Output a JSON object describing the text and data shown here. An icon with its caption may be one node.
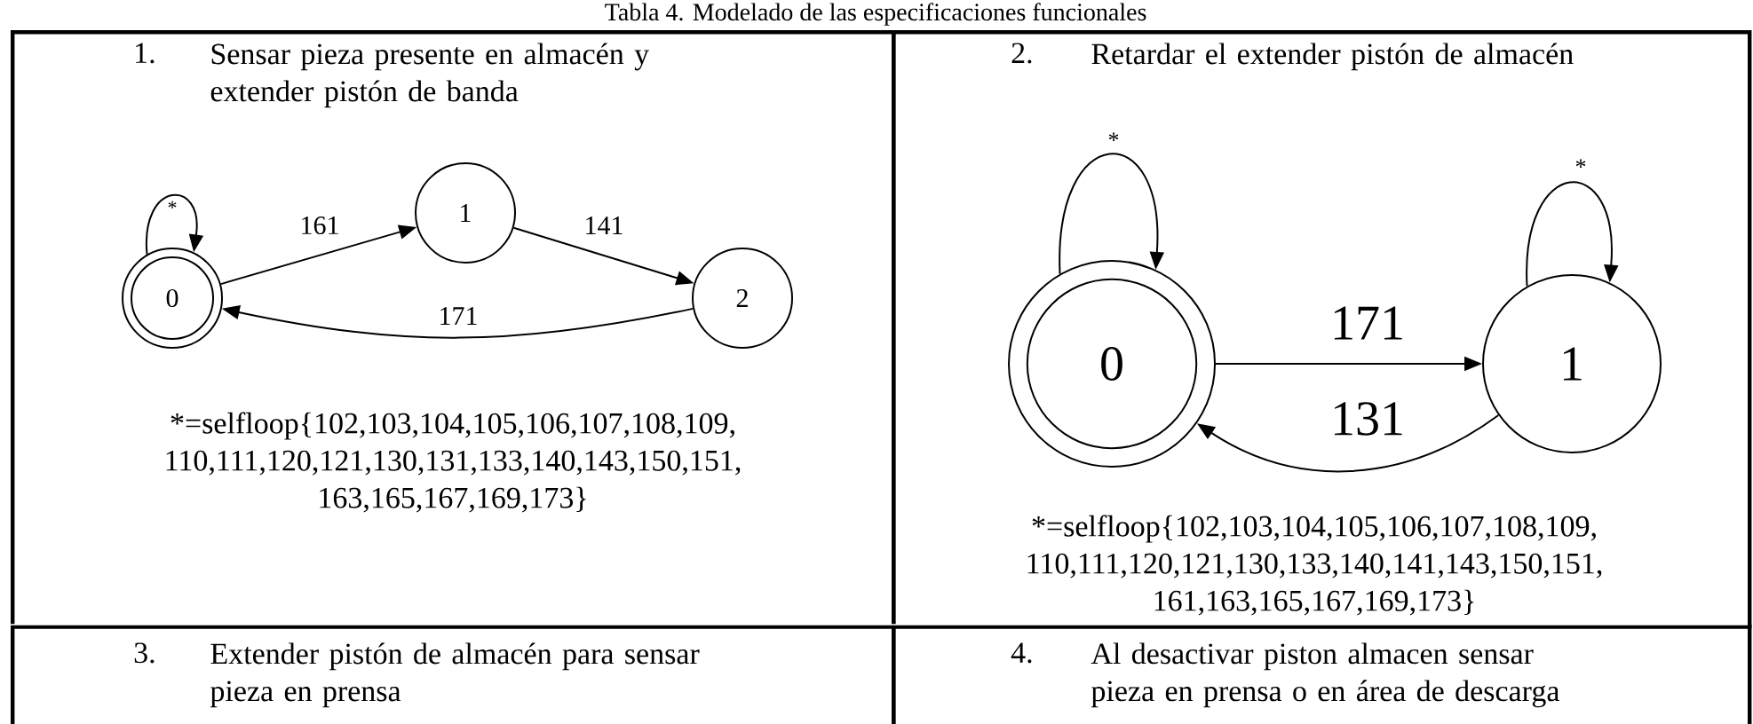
{
  "diagram": {
    "title": "Tabla 4. Modelado de las especificaciones funcionales",
    "nodes": [
      {
        "text": [
          "1.",
          "Sensar pieza presente en almacén y extender pistón de banda",
          "*=selfloop{102,103,104,105,106,107,108,109, 110,111,120,121,130,131,133,140,143,150,151, 163,165,167,169,173}"
        ]
      },
      {
        "text": [
          "0"
        ],
        "in": 0
      },
      {
        "text": [
          "1"
        ],
        "in": 0
      },
      {
        "text": [
          "2"
        ],
        "in": 0
      },
      {
        "text": [
          "2.",
          "Retardar el extender pistón de almacén",
          "*=selfloop{102,103,104,105,106,107,108,109, 110,111,120,121,130,133,140,141,143,150,151, 161,163,165,167,169,173}"
        ]
      },
      {
        "text": [
          "0"
        ],
        "in": 4
      },
      {
        "text": [
          "1"
        ],
        "in": 4
      },
      {
        "text": [
          "3.",
          "Extender pistón de almacén para sensar pieza en prensa"
        ]
      },
      {
        "text": [
          "4.",
          "Al desactivar piston almacen sensar pieza en prensa o en área de descarga"
        ]
      }
    ],
    "edges": [
      {
        "from": 1,
        "to": 1,
        "arrow": "to",
        "label": "*"
      },
      {
        "from": 1,
        "to": 2,
        "arrow": "to",
        "label": "161"
      },
      {
        "from": 2,
        "to": 3,
        "arrow": "to",
        "label": "141"
      },
      {
        "from": 3,
        "to": 1,
        "arrow": "to",
        "label": "171"
      },
      {
        "from": 5,
        "to": 5,
        "arrow": "to",
        "label": "*"
      },
      {
        "from": 6,
        "to": 6,
        "arrow": "to",
        "label": "*"
      },
      {
        "from": 5,
        "to": 6,
        "arrow": "to",
        "label": "171"
      },
      {
        "from": 6,
        "to": 5,
        "arrow": "to",
        "label": "131"
      }
    ]
  }
}
